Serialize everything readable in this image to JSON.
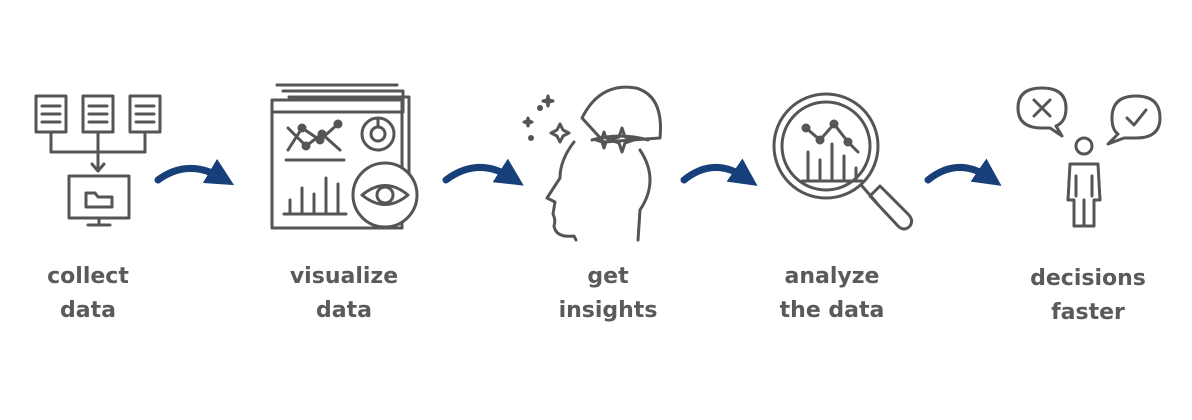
{
  "steps": [
    {
      "icon": "collect-data-icon",
      "line1": "collect",
      "line2": "data"
    },
    {
      "icon": "dashboard-eye-icon",
      "line1": "visualize",
      "line2": "data"
    },
    {
      "icon": "head-insight-icon",
      "line1": "get",
      "line2": "insights"
    },
    {
      "icon": "magnifier-chart-icon",
      "line1": "analyze",
      "line2": "the data"
    },
    {
      "icon": "person-decision-icon",
      "line1": "decisions",
      "line2": "faster"
    }
  ],
  "colors": {
    "icon": "#555555",
    "arrow": "#173f7a",
    "text": "#5a5a5a"
  }
}
